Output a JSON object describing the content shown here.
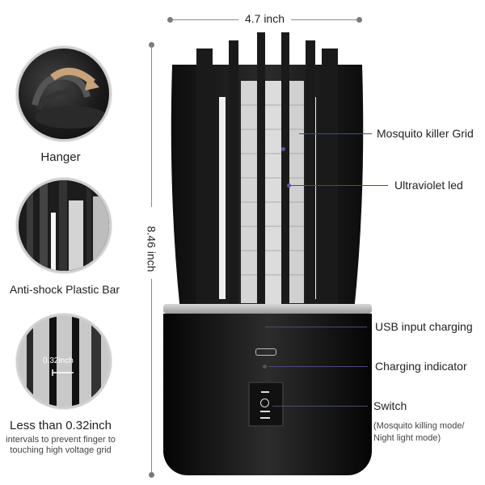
{
  "features": [
    {
      "id": "hanger",
      "caption": "Hanger",
      "icon": "hanger-rotate-icon",
      "arrow_color": "#c9a27a"
    },
    {
      "id": "anti-shock",
      "caption": "Anti-shock Plastic Bar",
      "icon": "plastic-bar-icon"
    },
    {
      "id": "spacing",
      "caption": "Less than 0.32inch",
      "sub_line1": "intervals to prevent finger to",
      "sub_line2": "touching high voltage grid",
      "inset_label": "0.32inch"
    }
  ],
  "dimensions": {
    "width": "4.7 inch",
    "height": "8.46 inch"
  },
  "callouts": [
    {
      "label": "Mosquito killer Grid"
    },
    {
      "label": "Ultraviolet led"
    },
    {
      "label": "USB input charging"
    },
    {
      "label": "Charging indicator"
    },
    {
      "label": "Switch",
      "note_line1": "(Mosquito killing mode/",
      "note_line2": "Night light mode)"
    }
  ],
  "switch": {
    "top": "—",
    "mid": "O",
    "bottom": "="
  },
  "colors": {
    "body": "#111111",
    "ring": "#b5b5b5",
    "grid": "#cfcfcf",
    "callout": "#4a4a7a"
  }
}
